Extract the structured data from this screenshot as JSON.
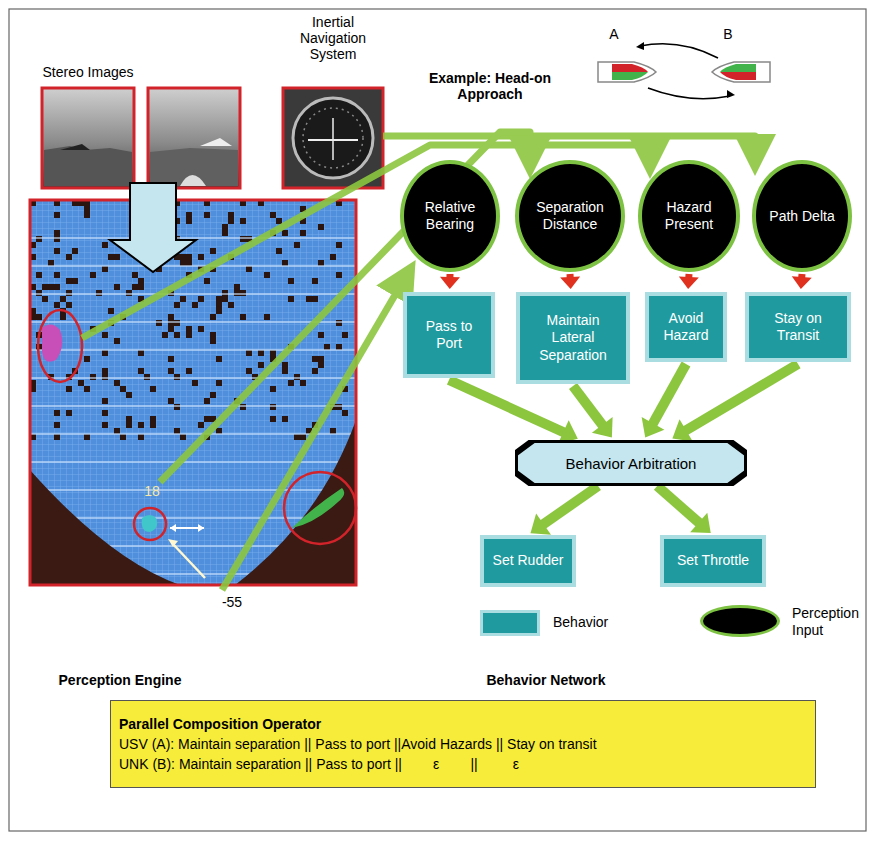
{
  "diagram": {
    "nodes": [
      {
        "text": [
          "Relative Bearing"
        ]
      },
      {
        "text": [
          "Separation Distance"
        ]
      },
      {
        "text": [
          "Hazard Present"
        ]
      },
      {
        "text": [
          "Path Delta"
        ]
      },
      {
        "text": [
          "Pass to Port"
        ]
      },
      {
        "text": [
          "Maintain Lateral Separation"
        ]
      },
      {
        "text": [
          "Avoid Hazard"
        ]
      },
      {
        "text": [
          "Stay on Transit"
        ]
      },
      {
        "text": [
          "Behavior Arbitration"
        ]
      },
      {
        "text": [
          "Set Rudder"
        ]
      },
      {
        "text": [
          "Set Throttle"
        ]
      },
      {
        "text": [
          "Parallel Composition Operator",
          "USV (A): Maintain separation || Pass to port ||Avoid Hazards || Stay on transit",
          "UNK (B): Maintain separation || Pass to port ||        ε        ||         ε"
        ]
      }
    ],
    "edges": [
      {
        "from": 0,
        "to": 4,
        "arrow": "to"
      },
      {
        "from": 1,
        "to": 5,
        "arrow": "to"
      },
      {
        "from": 2,
        "to": 6,
        "arrow": "to"
      },
      {
        "from": 3,
        "to": 7,
        "arrow": "to"
      },
      {
        "from": 4,
        "to": 8,
        "arrow": "to"
      },
      {
        "from": 5,
        "to": 8,
        "arrow": "to"
      },
      {
        "from": 6,
        "to": 8,
        "arrow": "to"
      },
      {
        "from": 7,
        "to": 8,
        "arrow": "to"
      },
      {
        "from": 8,
        "to": 9,
        "arrow": "to"
      },
      {
        "from": 8,
        "to": 10,
        "arrow": "to"
      }
    ],
    "labels": [
      "Stereo Images",
      "Inertial Navigation System",
      "Example: Head-on Approach",
      "A",
      "B",
      "18",
      "-55",
      "Perception Engine",
      "Behavior Network"
    ],
    "legend": [
      {
        "text": "Behavior",
        "color": "#1f9a9e"
      },
      {
        "text": "Perception Input"
      }
    ]
  }
}
